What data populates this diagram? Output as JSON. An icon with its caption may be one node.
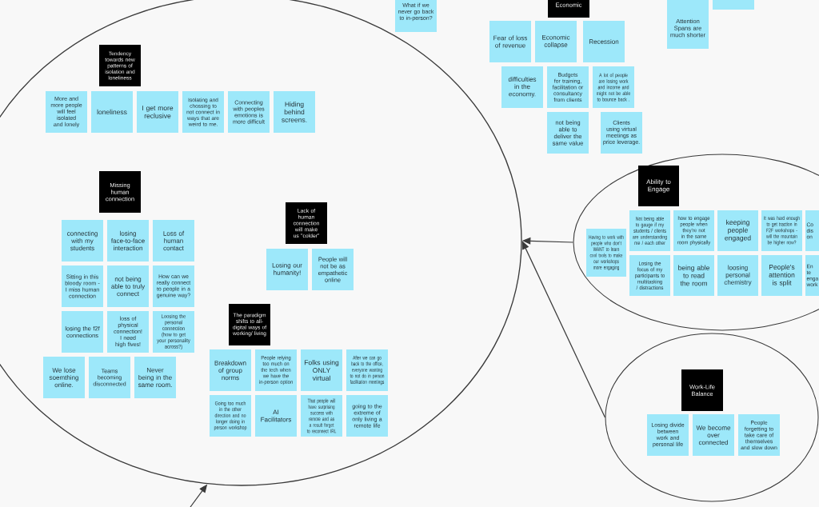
{
  "diagram": {
    "nodes": [
      {
        "text": [],
        "shape": "ellipse"
      },
      {
        "text": [
          "Tendency towards new patterns of isolation and loneliness"
        ],
        "in": 0
      },
      {
        "text": [
          "More and more people will feel isolated and lonely"
        ],
        "in": 0
      },
      {
        "text": [
          "loneliness"
        ],
        "in": 0
      },
      {
        "text": [
          "I get more reclusive"
        ],
        "in": 0
      },
      {
        "text": [
          "Isolating and chossing to not connect in ways that are weird to me."
        ],
        "in": 0
      },
      {
        "text": [
          "Connecting with peoples emotions is more difficult"
        ],
        "in": 0
      },
      {
        "text": [
          "Hiding behind screens."
        ],
        "in": 0
      },
      {
        "text": [
          "Missing human connection"
        ],
        "in": 0
      },
      {
        "text": [
          "connecting with my students"
        ],
        "in": 0
      },
      {
        "text": [
          "losing face-to-face interaction"
        ],
        "in": 0
      },
      {
        "text": [
          "Loss of human contact"
        ],
        "in": 0
      },
      {
        "text": [
          "Sitting in this bloody room - I miss human connection"
        ],
        "in": 0
      },
      {
        "text": [
          "not being able to truly connect"
        ],
        "in": 0
      },
      {
        "text": [
          "How can we really connect to people in a genuine way?"
        ],
        "in": 0
      },
      {
        "text": [
          "losing the f2f connections"
        ],
        "in": 0
      },
      {
        "text": [
          "loss of physical connection! I need high fives!"
        ],
        "in": 0
      },
      {
        "text": [
          "Loosing the personal connection (how to get your personality across?)"
        ],
        "in": 0
      },
      {
        "text": [
          "We lose soemthing online."
        ],
        "in": 0
      },
      {
        "text": [
          "Teams becoming disconnected"
        ],
        "in": 0
      },
      {
        "text": [
          "Never being in the same room."
        ],
        "in": 0
      },
      {
        "text": [
          "Lack of human connection will make us \"colder\""
        ],
        "in": 0
      },
      {
        "text": [
          "Losing our humanity!"
        ],
        "in": 0
      },
      {
        "text": [
          "People will not be as empathetic online"
        ],
        "in": 0
      },
      {
        "text": [
          "The paradigm shifts to all-digital ways of working/ living"
        ],
        "in": 0
      },
      {
        "text": [
          "Breakdown of group norms"
        ],
        "in": 0
      },
      {
        "text": [
          "People relying too much on the tech when we have the in-person option"
        ],
        "in": 0
      },
      {
        "text": [
          "Folks using ONLY virtual"
        ],
        "in": 0
      },
      {
        "text": [
          "After we can go back to the office, everyone wanting to not do in person facilitation meetings"
        ],
        "in": 0
      },
      {
        "text": [
          "Going too much in the other direction and no longer doing in person workshop"
        ],
        "in": 0
      },
      {
        "text": [
          "AI Facilitators"
        ],
        "in": 0
      },
      {
        "text": [
          "That people will have surprising success with remote and as a result forget to reconnect IRL"
        ],
        "in": 0
      },
      {
        "text": [
          "going to the extreme of only living a remote life"
        ],
        "in": 0
      },
      {
        "text": [
          "What if we never go back to in-person?"
        ]
      },
      {
        "text": [
          "Economic"
        ]
      },
      {
        "text": [
          "Fear of loss of revenue"
        ]
      },
      {
        "text": [
          "Economic collapse"
        ]
      },
      {
        "text": [
          "Recession"
        ]
      },
      {
        "text": [
          "difficulties in the economy."
        ]
      },
      {
        "text": [
          "Budgets for training, facilitation or consultancy from clients"
        ]
      },
      {
        "text": [
          "A lot of people are losing work and income and might not be able to bounce back ."
        ]
      },
      {
        "text": [
          "not being able to deliver the same value"
        ]
      },
      {
        "text": [
          "Clients using virtual meetings as price leverage."
        ]
      },
      {
        "text": [],
        "shape": "box"
      },
      {
        "text": [],
        "shape": "box"
      },
      {
        "text": [
          "Attention Spans are much shorter"
        ]
      },
      {
        "text": [],
        "shape": "ellipse"
      },
      {
        "text": [
          "Ability to Engage"
        ],
        "in": 46
      },
      {
        "text": [
          "Having to work with people who don't WANT to learn cool tools to make our workshops more engaging"
        ],
        "in": 46
      },
      {
        "text": [
          "Not being able to gauge if my students / clients are understanding me / each other"
        ],
        "in": 46
      },
      {
        "text": [
          "how to engage people when they're not in the same room physically"
        ],
        "in": 46
      },
      {
        "text": [
          "keeping people engaged"
        ],
        "in": 46
      },
      {
        "text": [
          "It was hard enough to get traction in F2F workshops - will the mountain be higher now?"
        ],
        "in": 46
      },
      {
        "text": [
          "Co dis on"
        ],
        "in": 46
      },
      {
        "text": [
          "Losing the focus of my participants to multitasking / distractions"
        ],
        "in": 46
      },
      {
        "text": [
          "being able to read the room"
        ],
        "in": 46
      },
      {
        "text": [
          "loosing personal chemistry"
        ],
        "in": 46
      },
      {
        "text": [
          "People's attention is split"
        ],
        "in": 46
      },
      {
        "text": [
          "En te enga work"
        ],
        "in": 46
      },
      {
        "text": [],
        "shape": "ellipse"
      },
      {
        "text": [
          "Work-Life Balance"
        ],
        "in": 59
      },
      {
        "text": [
          "Losing divide between work and personal life"
        ],
        "in": 59
      },
      {
        "text": [
          "We become over connected"
        ],
        "in": 59
      },
      {
        "text": [
          "People forgetting to take care of themselves and slow down"
        ],
        "in": 59
      }
    ],
    "edges": [
      {
        "from": 46,
        "to": 0,
        "arrow": "to"
      },
      {
        "from": 59,
        "to": 0,
        "arrow": "to"
      },
      {
        "from": null,
        "to": 0,
        "arrow": "to"
      }
    ]
  }
}
